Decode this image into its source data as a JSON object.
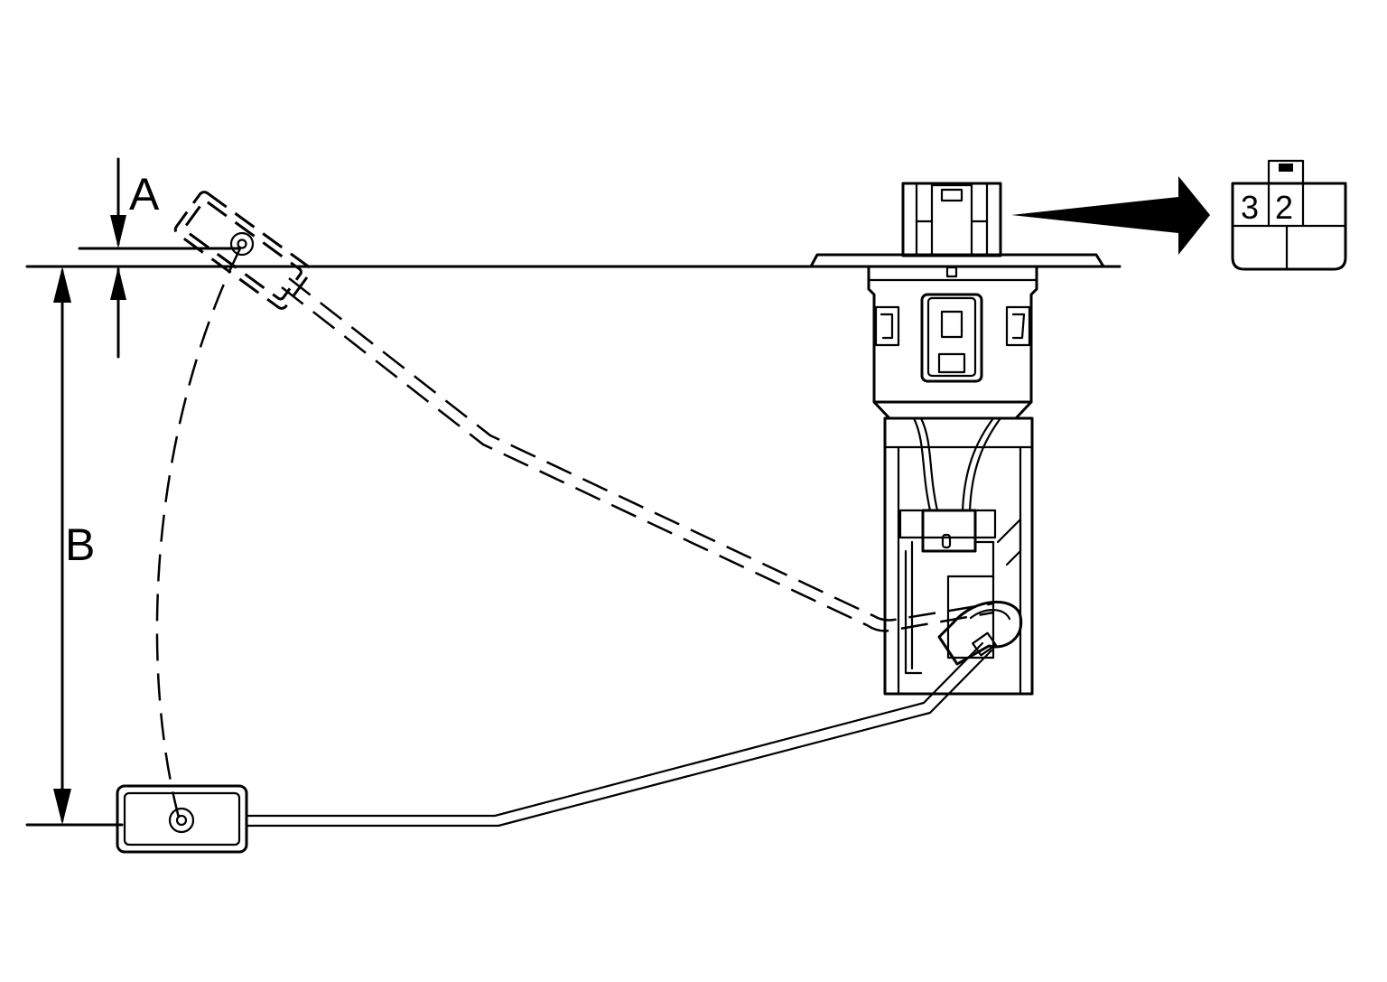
{
  "dimensions": {
    "a_label": "A",
    "b_label": "B"
  },
  "connector": {
    "pin_3": "3",
    "pin_2": "2"
  },
  "colors": {
    "line": "#000000",
    "background": "#ffffff"
  }
}
